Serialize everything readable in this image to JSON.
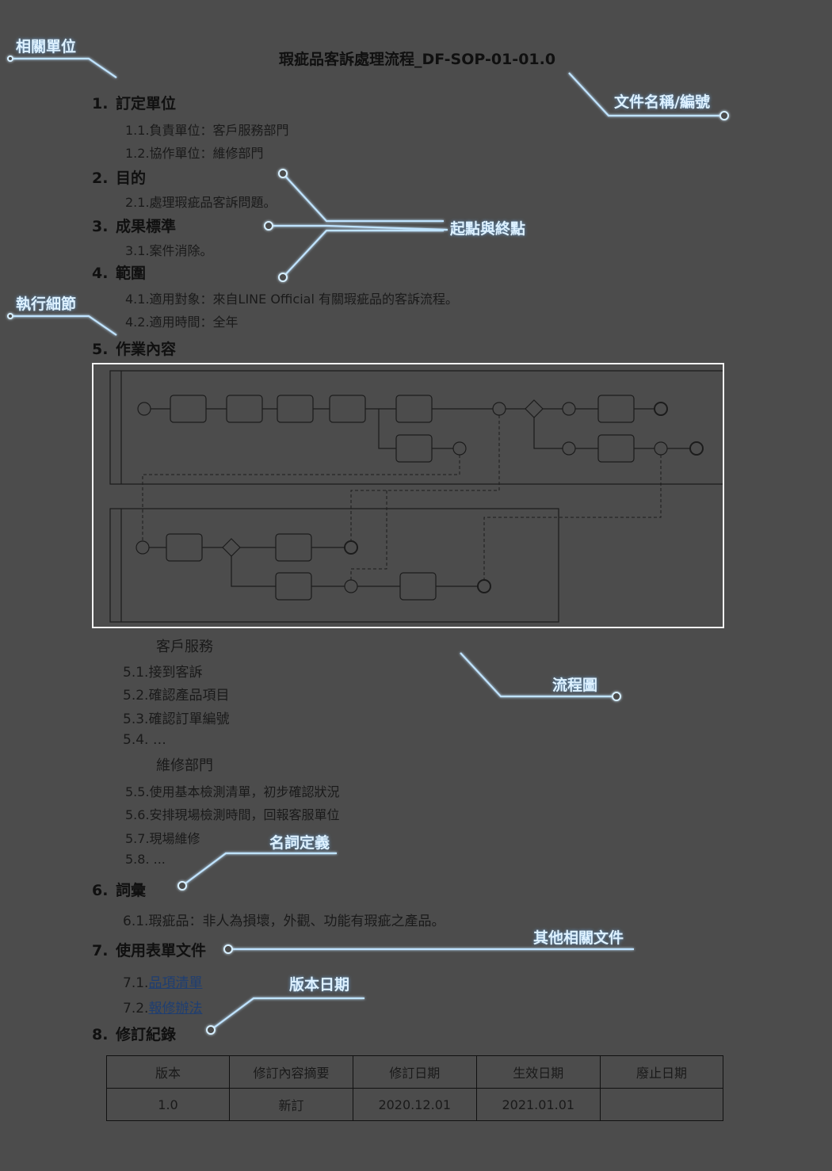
{
  "document": {
    "title": "瑕疵品客訴處理流程_DF-SOP-01-01.0",
    "sections": [
      {
        "num": "1.",
        "title": "訂定單位",
        "items": [
          "1.1.負責單位：客戶服務部門",
          "1.2.協作單位：維修部門"
        ]
      },
      {
        "num": "2.",
        "title": "目的",
        "items": [
          "2.1.處理瑕疵品客訴問題。"
        ]
      },
      {
        "num": "3.",
        "title": "成果標準",
        "items": [
          "3.1.案件消除。"
        ]
      },
      {
        "num": "4.",
        "title": "範圍",
        "items": [
          "4.1.適用對象：來自LINE Official 有關瑕疵品的客訴流程。",
          "4.2.適用時間：全年"
        ]
      },
      {
        "num": "5.",
        "title": "作業內容"
      },
      {
        "num": "6.",
        "title": "詞彙",
        "items": [
          "6.1.瑕疵品：非人為損壞，外觀、功能有瑕疵之產品。"
        ]
      },
      {
        "num": "7.",
        "title": "使用表單文件",
        "items_prefix": [
          "7.1.",
          "7.2."
        ],
        "links": [
          "品項清單",
          "報修辦法"
        ]
      },
      {
        "num": "8.",
        "title": "修訂紀錄"
      }
    ],
    "work": {
      "groups": [
        {
          "label": "客戶服務",
          "items": [
            "5.1.接到客訴",
            "5.2.確認產品項目",
            "5.3.確認訂單編號",
            "5.4.  …"
          ]
        },
        {
          "label": "維修部門",
          "items": [
            "5.5.使用基本檢測清單，初步確認狀況",
            "5.6.安排現場檢測時間，回報客服單位",
            "5.7.現場維修",
            "5.8.  ..."
          ]
        }
      ]
    },
    "revision_table": {
      "headers": [
        "版本",
        "修訂內容摘要",
        "修訂日期",
        "生效日期",
        "廢止日期"
      ],
      "rows": [
        [
          "1.0",
          "新訂",
          "2020.12.01",
          "2021.01.01",
          ""
        ]
      ]
    }
  },
  "callouts": {
    "related_units": "相關單位",
    "doc_name": "文件名稱/編號",
    "start_end": "起點與終點",
    "execution_details": "執行細節",
    "flowchart": "流程圖",
    "terms": "名詞定義",
    "related_docs": "其他相關文件",
    "version_date": "版本日期"
  },
  "colors": {
    "background": "#4c4c4c",
    "callout_line": "#bfe3ff",
    "callout_glow": "#6fb6ff",
    "link": "#1e3e72"
  }
}
